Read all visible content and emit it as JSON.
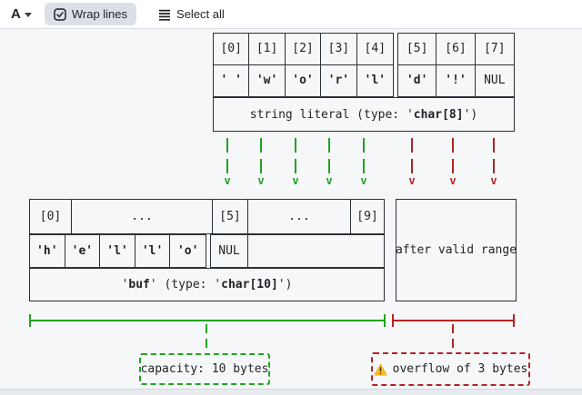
{
  "toolbar": {
    "font_label": "A",
    "wrap_lines": "Wrap lines",
    "select_all": "Select all"
  },
  "source_box": {
    "indices_left": [
      "[0]",
      "[1]",
      "[2]",
      "[3]",
      "[4]"
    ],
    "indices_right": [
      "[5]",
      "[6]",
      "[7]"
    ],
    "chars_left": [
      "' '",
      "'w'",
      "'o'",
      "'r'",
      "'l'"
    ],
    "chars_right": [
      "'d'",
      "'!'",
      "NUL"
    ],
    "label": {
      "pre": "string literal (type: '",
      "bold": "char[8]",
      "post": "')"
    }
  },
  "buffer_box": {
    "indices": [
      "[0]",
      "...",
      "[5]",
      "...",
      "[9]"
    ],
    "chars": [
      "'h'",
      "'e'",
      "'l'",
      "'l'",
      "'o'"
    ],
    "nul": "NUL",
    "label": {
      "pre": "'",
      "bold1": "buf",
      "mid": "' (type: '",
      "bold2": "char[10]",
      "post": "')"
    }
  },
  "after_box_label": "after valid range",
  "capacity_label": "capacity: 10 bytes",
  "overflow_label": "overflow of 3 bytes",
  "arrow_glyph": "v",
  "colors": {
    "green": "#21a321",
    "red": "#b32424",
    "ink": "#2b3138",
    "background": "#f6f7f9"
  }
}
